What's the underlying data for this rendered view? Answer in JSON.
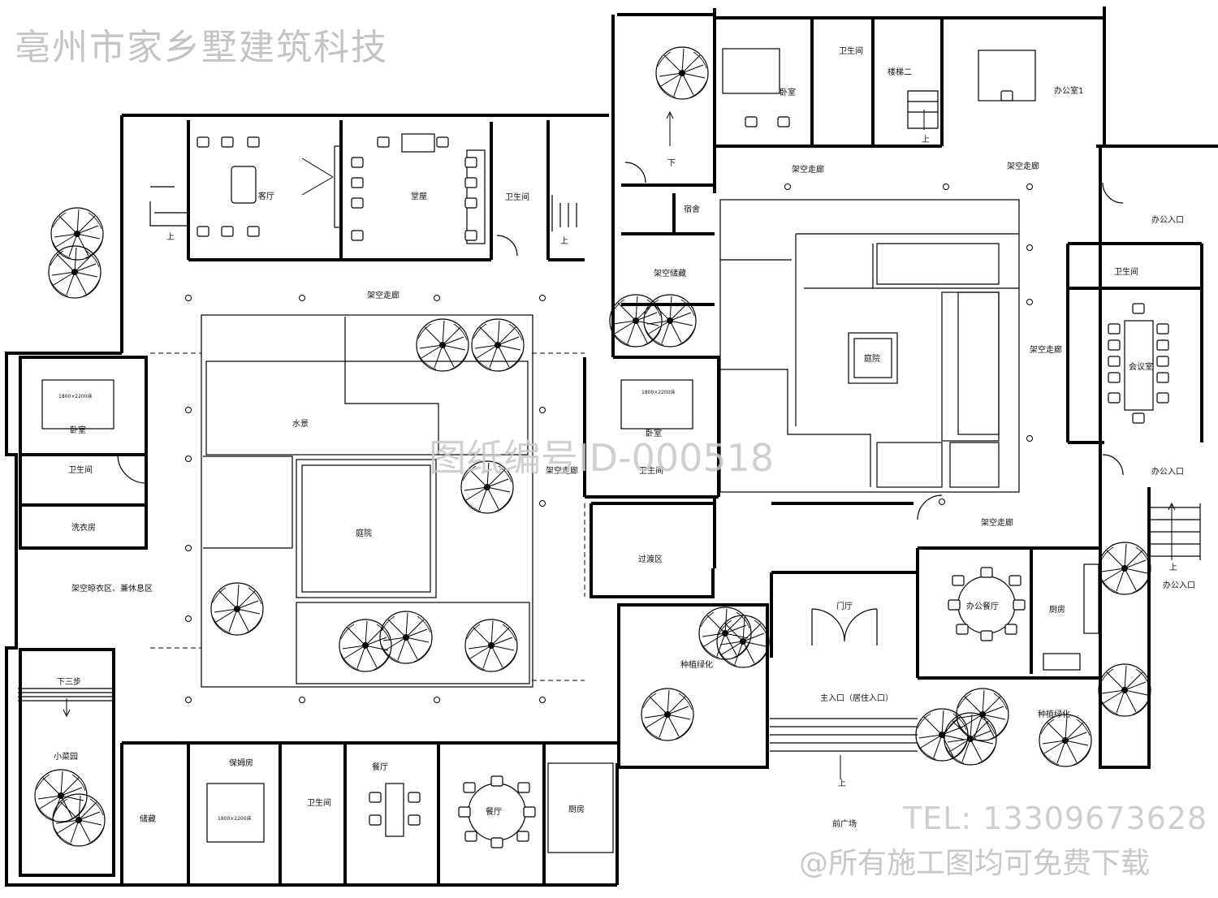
{
  "watermarks": {
    "company": "亳州市家乡墅建筑科技",
    "drawing_id": "图纸编号ID-000518",
    "tel": "TEL: 13309673628",
    "free": "@所有施工图均可免费下载"
  },
  "rooms": {
    "living_room": "客厅",
    "hall": "堂屋",
    "bath_top": "卫生间",
    "corridor_top": "架空走廊",
    "bedroom_left": "卧室",
    "bed_left_size": "1800×2200床",
    "bath_left": "卫生间",
    "laundry": "洗衣房",
    "drying": "架空晾衣区、兼休息区",
    "water_feature": "水景",
    "courtyard_main": "庭院",
    "corridor_mid": "架空走廊",
    "bedroom_mid": "卧室",
    "bed_mid_size": "1800×2200床",
    "bath_mid": "卫生间",
    "transition": "过渡区",
    "steps_down": "下三步",
    "small_garden": "小菜园",
    "storage": "储藏",
    "nanny_room": "保姆房",
    "bed_nanny_size": "1800×2200床",
    "bath_bottom": "卫生间",
    "dining_small": "餐厅",
    "dining_round": "餐厅",
    "kitchen_bottom": "厨房",
    "down_label": "下",
    "dorm": "宿舍",
    "storage_overhead": "架空储藏",
    "bedroom_top": "卧室",
    "bath_top_right": "卫生间",
    "stair_2": "楼梯二",
    "office_1": "办公室1",
    "corridor_right_a": "架空走廊",
    "corridor_right_b": "架空走廊",
    "office_entry_a": "办公入口",
    "bath_right": "卫生间",
    "corridor_right_v": "架空走廊",
    "meeting_room": "会议室",
    "courtyard_right": "庭院",
    "corridor_right_c": "架空走廊",
    "office_entry_b": "办公入口",
    "office_entry_c": "办公入口",
    "foyer": "门厅",
    "office_dining": "办公餐厅",
    "kitchen_right": "厨房",
    "planting_left": "种植绿化",
    "main_entry": "主入口（居住入口）",
    "planting_right": "种植绿化",
    "front_plaza": "前广场",
    "up": "上"
  }
}
